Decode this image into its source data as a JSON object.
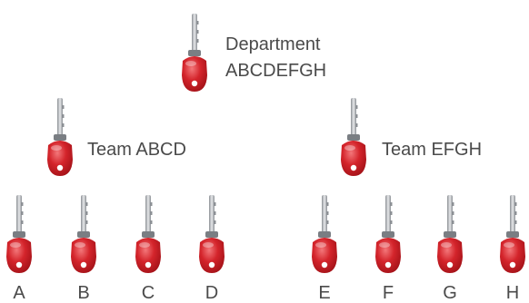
{
  "colors": {
    "key_head": "#d4242b",
    "key_head_dark": "#9e1016",
    "key_head_light": "#f3777a",
    "key_blade": "#c9cccf",
    "key_blade_dark": "#8c9095",
    "label_text": "#4a4a4a"
  },
  "icon": "key-icon",
  "root": {
    "label_line1": "Department",
    "label_line2": "ABCDEFGH"
  },
  "teams": [
    {
      "label": "Team ABCD"
    },
    {
      "label": "Team EFGH"
    }
  ],
  "members": [
    "A",
    "B",
    "C",
    "D",
    "E",
    "F",
    "G",
    "H"
  ]
}
